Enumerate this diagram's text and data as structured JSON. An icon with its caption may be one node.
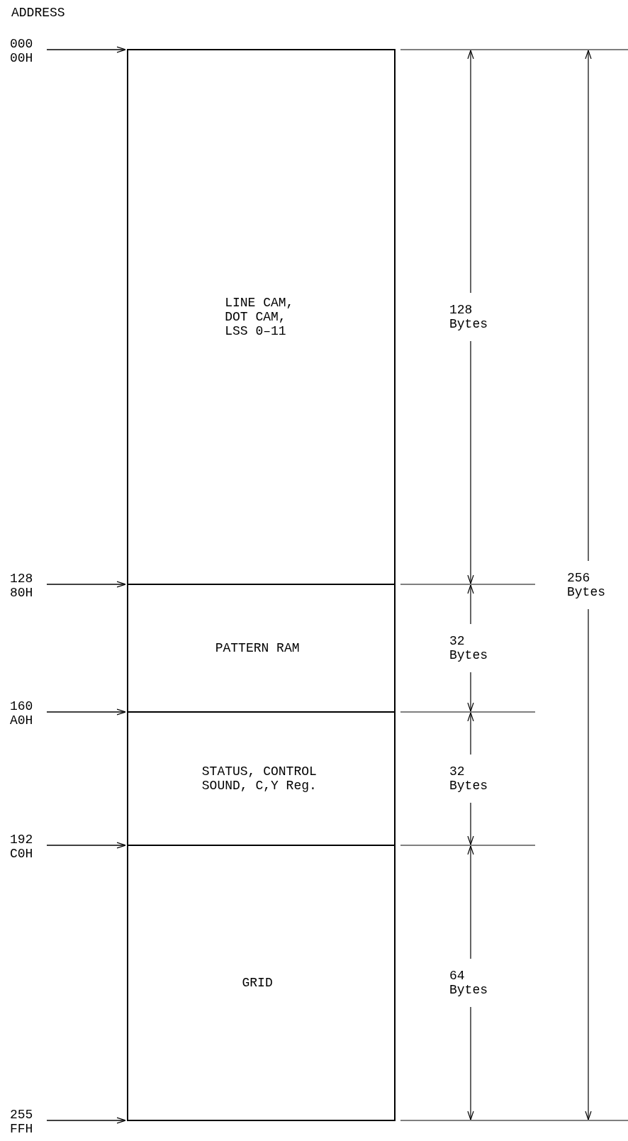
{
  "diagram": {
    "nodes": [
      {
        "text": [
          "000 00H"
        ]
      },
      {
        "text": [
          "LINE CAM, DOT CAM, LSS 0–11"
        ]
      },
      {
        "text": [
          "128 80H"
        ]
      },
      {
        "text": [
          "PATTERN RAM"
        ]
      },
      {
        "text": [
          "160 A0H"
        ]
      },
      {
        "text": [
          "STATUS, CONTROL SOUND, C,Y Reg."
        ]
      },
      {
        "text": [
          "192 C0H"
        ]
      },
      {
        "text": [
          "GRID"
        ]
      },
      {
        "text": [
          "255 FFH"
        ]
      }
    ],
    "edges": [
      {
        "from": 0,
        "to": 1,
        "arrow": "to"
      },
      {
        "from": 2,
        "to": 3,
        "arrow": "to"
      },
      {
        "from": 4,
        "to": 5,
        "arrow": "to"
      },
      {
        "from": 6,
        "to": 7,
        "arrow": "to"
      },
      {
        "from": 8,
        "to": 7,
        "arrow": "to"
      }
    ],
    "labels": [
      "ADDRESS",
      "128 Bytes",
      "256 Bytes",
      "32 Bytes",
      "32 Bytes",
      "64 Bytes"
    ]
  }
}
